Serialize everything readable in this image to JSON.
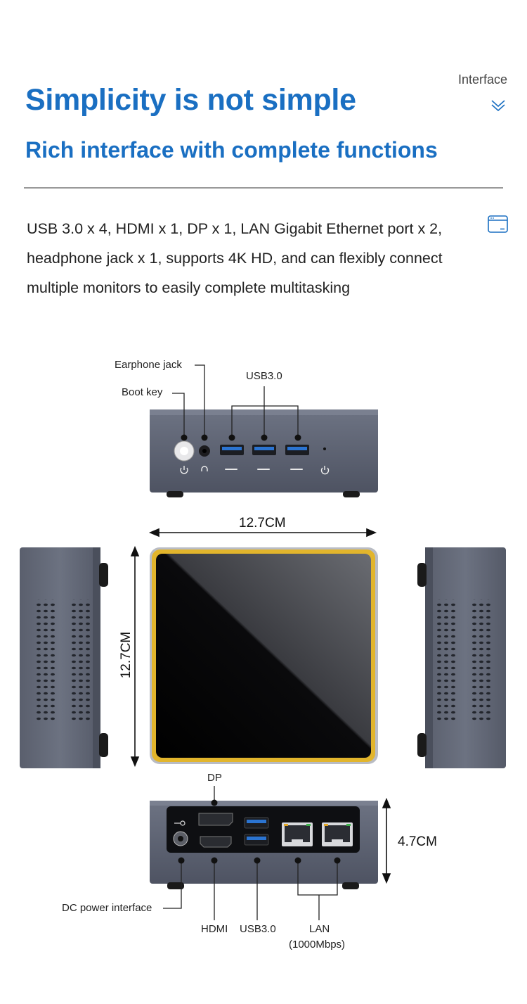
{
  "header": {
    "title": "Simplicity is not simple",
    "subtitle": "Rich interface with complete functions",
    "tag": "Interface"
  },
  "description": "USB 3.0 x 4, HDMI x 1, DP x 1, LAN Gigabit Ethernet port x 2, headphone jack x 1, supports 4K HD, and can flexibly connect multiple monitors to easily complete multitasking",
  "front_view": {
    "labels": {
      "earphone": "Earphone jack",
      "boot": "Boot key",
      "usb": "USB3.0"
    }
  },
  "dimensions": {
    "width": "12.7CM",
    "depth": "12.7CM",
    "height": "4.7CM"
  },
  "rear_view": {
    "labels": {
      "dp": "DP",
      "dc": "DC power interface",
      "hdmi": "HDMI",
      "usb": "USB3.0",
      "lan": "LAN",
      "lan_speed": "(1000Mbps)"
    }
  },
  "colors": {
    "brand": "#1a6fc2",
    "device": "#5a6070",
    "accent_ring": "#e2b52c"
  },
  "icons": [
    "chevron-down-double-icon",
    "window-icon",
    "power-icon",
    "headphone-icon",
    "usb-icon",
    "rj45-icon"
  ]
}
